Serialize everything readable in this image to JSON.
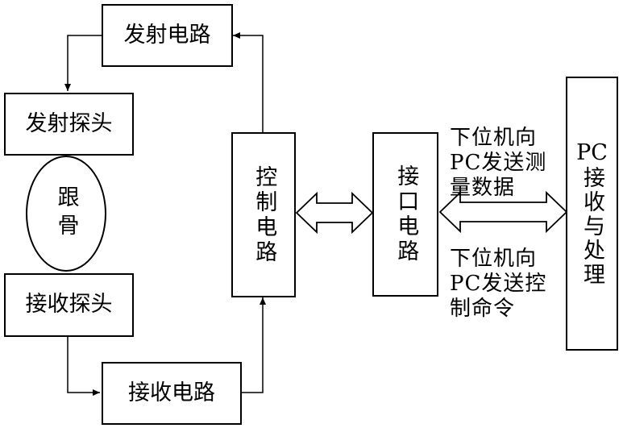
{
  "nodes": {
    "tx_circuit": "发射电路",
    "tx_probe": "发射探头",
    "calcaneus": "跟骨",
    "rx_probe": "接收探头",
    "rx_circuit": "接收电路",
    "control_circuit": "控制电路",
    "interface_circuit": "接口电路",
    "pc_prefix": "PC",
    "pc_suffix": "接收与处理"
  },
  "annotations": {
    "upload": "下位机向\nPC发送测\n量数据",
    "command": "下位机向\nPC发送控\n制命令"
  }
}
